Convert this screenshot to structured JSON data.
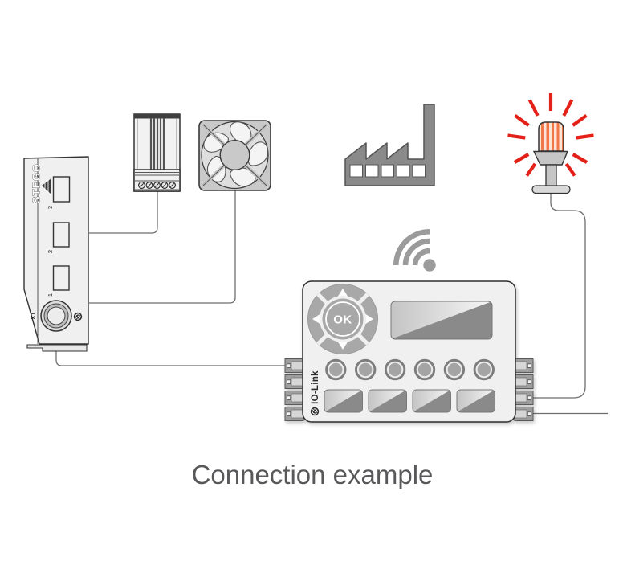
{
  "caption": "Connection example",
  "stego_controller": {
    "brand": "STEGO",
    "port_labels": [
      "3",
      "2",
      "1"
    ],
    "round_connector_label": "X1"
  },
  "io_link_master": {
    "ok_button_label": "OK",
    "side_label": "IO-Link",
    "round_buttons_count": 6,
    "bottom_windows_count": 4,
    "left_ports_count": 4,
    "right_ports_count": 4
  },
  "icons": [
    {
      "name": "heater-icon"
    },
    {
      "name": "fan-icon"
    },
    {
      "name": "factory-icon"
    },
    {
      "name": "wifi-icon"
    },
    {
      "name": "signal-lamp-icon"
    },
    {
      "name": "io-link-logo"
    },
    {
      "name": "stego-logo"
    }
  ],
  "colors": {
    "ray_red": "#e32119",
    "lamp_stripe_orange": "#f07747",
    "lamp_stripe_light": "#fbe3d6",
    "silhouette_gray": "#8a8a8a",
    "panel_gray": "#a8a8a8",
    "device_fill": "#f0f0f0",
    "outline": "#333333",
    "wire_gray": "#6e6e6e",
    "caption_gray": "#58585a"
  }
}
